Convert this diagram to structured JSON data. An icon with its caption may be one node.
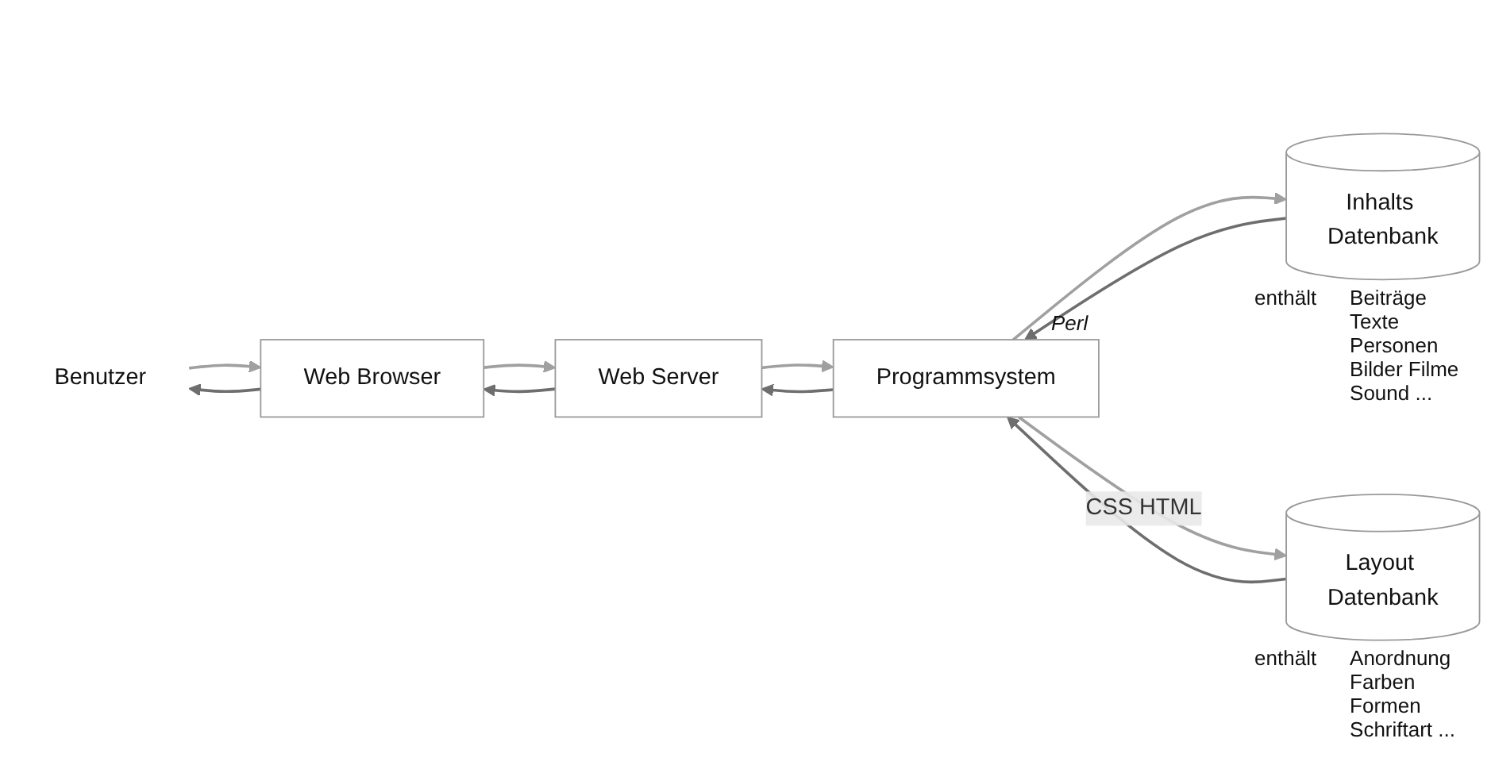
{
  "diagram": {
    "nodes": [
      {
        "text": [
          "Benutzer"
        ]
      },
      {
        "text": [
          "Web Browser"
        ]
      },
      {
        "text": [
          "Web Server"
        ]
      },
      {
        "text": [
          "Programmsystem"
        ],
        "beside": [
          "Perl"
        ]
      },
      {
        "text": [
          "Inhalts Datenbank"
        ],
        "beside": [
          "enthält",
          "Beiträge Texte Personen Bilder Filme Sound ..."
        ]
      },
      {
        "text": [
          "Layout Datenbank"
        ],
        "beside": [
          "enthält",
          "Anordnung Farben Formen Schriftart ..."
        ]
      }
    ],
    "edges": [
      {
        "from": 0,
        "to": 1,
        "arrow": "to",
        "color": "#a0a0a0"
      },
      {
        "from": 1,
        "to": 0,
        "arrow": "to",
        "color": "#6e6e6e"
      },
      {
        "from": 1,
        "to": 2,
        "arrow": "to",
        "color": "#a0a0a0"
      },
      {
        "from": 2,
        "to": 1,
        "arrow": "to",
        "color": "#6e6e6e"
      },
      {
        "from": 2,
        "to": 3,
        "arrow": "to",
        "color": "#a0a0a0"
      },
      {
        "from": 3,
        "to": 2,
        "arrow": "to",
        "color": "#6e6e6e"
      },
      {
        "from": 3,
        "to": 4,
        "arrow": "to",
        "color": "#a0a0a0"
      },
      {
        "from": 4,
        "to": 3,
        "arrow": "to",
        "color": "#6e6e6e"
      },
      {
        "from": 3,
        "to": 5,
        "arrow": "to",
        "label": "CSS HTML",
        "color": "#a0a0a0"
      },
      {
        "from": 5,
        "to": 3,
        "arrow": "to",
        "color": "#6e6e6e"
      }
    ]
  }
}
